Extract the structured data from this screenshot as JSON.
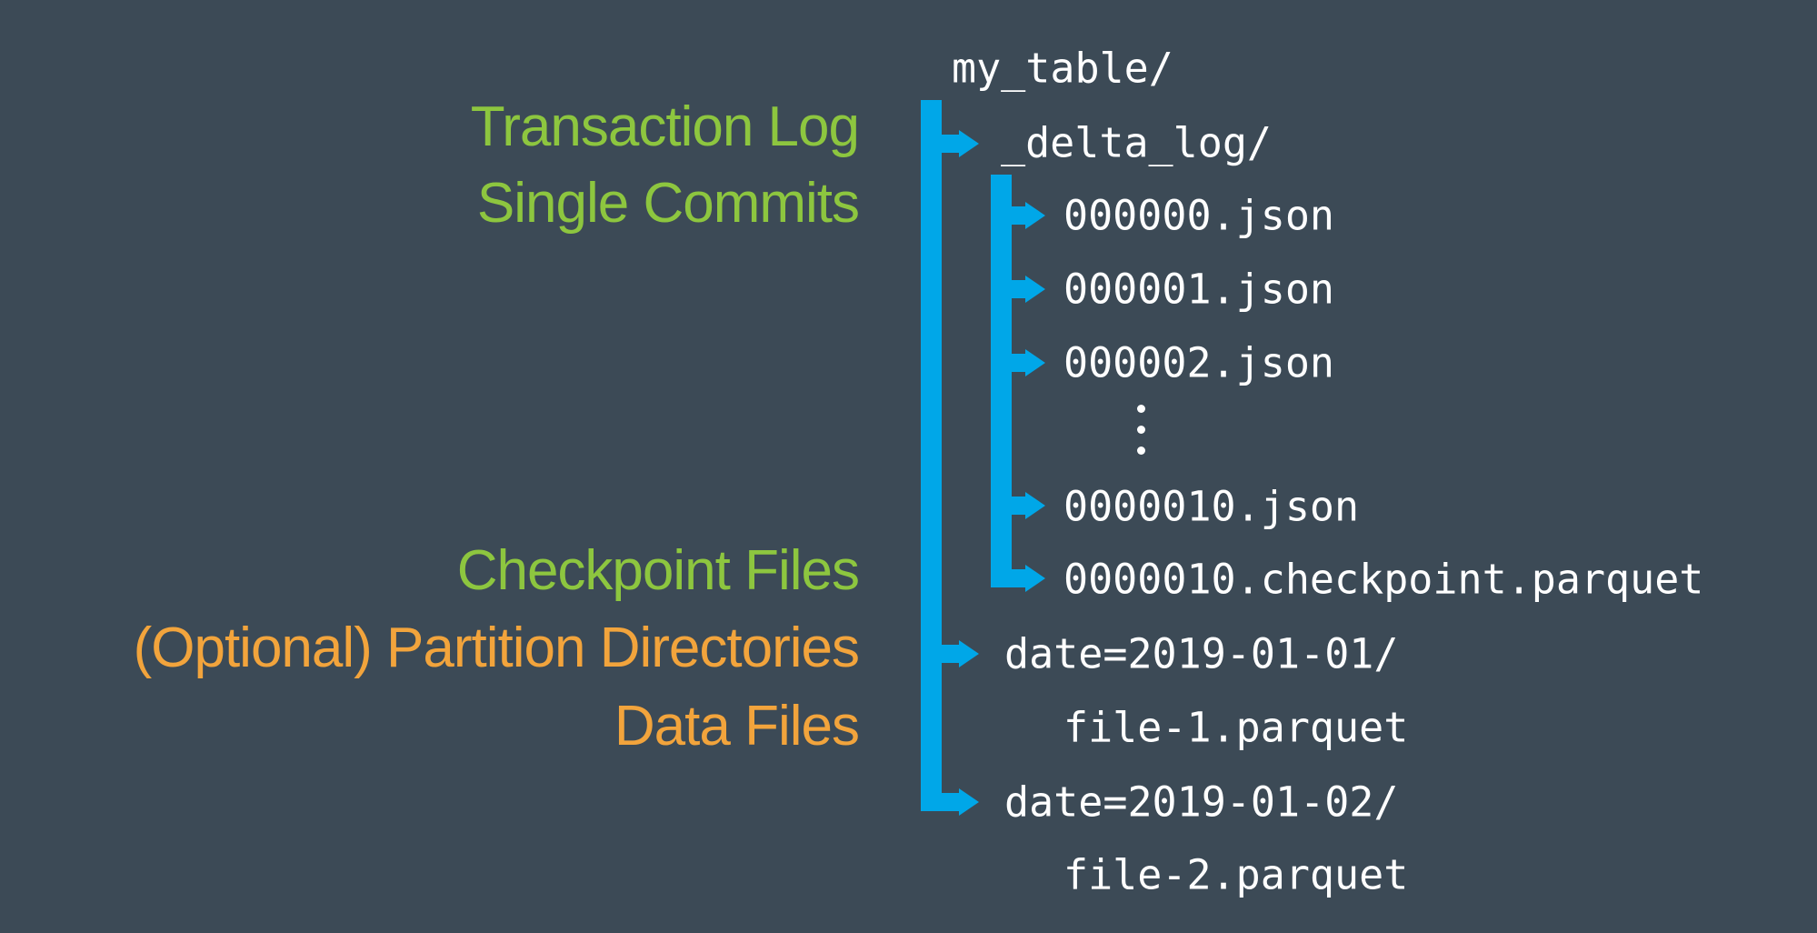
{
  "colors": {
    "background": "#3c4a56",
    "blue": "#00a7e8",
    "green": "#8dc63f",
    "orange": "#f2a43c",
    "white": "#ffffff"
  },
  "labels": [
    {
      "text": "Transaction Log",
      "color": "green"
    },
    {
      "text": "Single Commits",
      "color": "green"
    },
    {
      "text": "Checkpoint Files",
      "color": "green"
    },
    {
      "text": "(Optional) Partition Directories",
      "color": "orange"
    },
    {
      "text": "Data Files",
      "color": "orange"
    }
  ],
  "tree": {
    "items": [
      {
        "text": "my_table/",
        "level": 0,
        "type": "root-directory"
      },
      {
        "text": "_delta_log/",
        "level": 1,
        "type": "directory"
      },
      {
        "text": "000000.json",
        "level": 2,
        "type": "file"
      },
      {
        "text": "000001.json",
        "level": 2,
        "type": "file"
      },
      {
        "text": "000002.json",
        "level": 2,
        "type": "file"
      },
      {
        "text": "0000010.json",
        "level": 2,
        "type": "file"
      },
      {
        "text": "0000010.checkpoint.parquet",
        "level": 2,
        "type": "file"
      },
      {
        "text": "date=2019-01-01/",
        "level": 1,
        "type": "directory"
      },
      {
        "text": "file-1.parquet",
        "level": 2,
        "type": "file"
      },
      {
        "text": "date=2019-01-02/",
        "level": 1,
        "type": "directory"
      },
      {
        "text": "file-2.parquet",
        "level": 2,
        "type": "file"
      }
    ],
    "ellipsis": "more commit files"
  }
}
